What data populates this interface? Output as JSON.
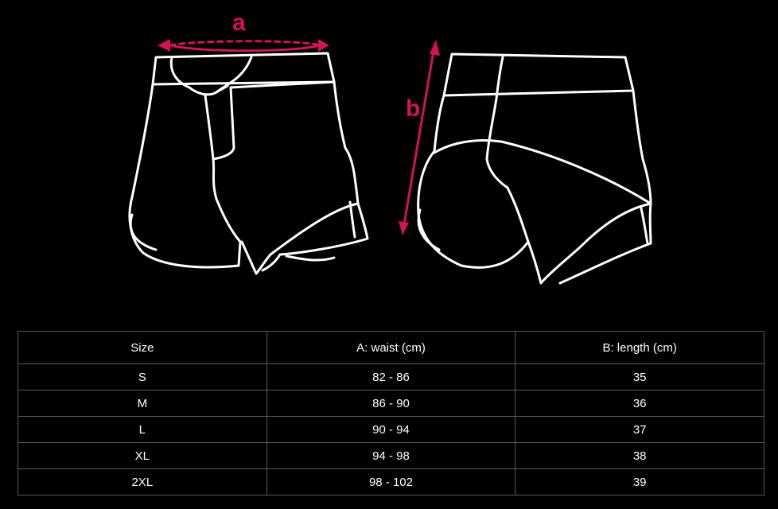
{
  "illustration": {
    "label_a": "a",
    "label_b": "b",
    "accent_color": "#d1135a",
    "line_color": "#ffffff"
  },
  "table": {
    "headers": [
      "Size",
      "A: waist (cm)",
      "B: length (cm)"
    ],
    "rows": [
      [
        "S",
        "82 - 86",
        "35"
      ],
      [
        "M",
        "86 - 90",
        "36"
      ],
      [
        "L",
        "90 - 94",
        "37"
      ],
      [
        "XL",
        "94 - 98",
        "38"
      ],
      [
        "2XL",
        "98 - 102",
        "39"
      ]
    ]
  }
}
